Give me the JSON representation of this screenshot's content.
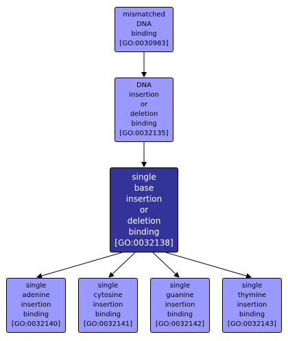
{
  "nodes": {
    "mismatched_dna_binding": [
      "mismatched",
      "DNA",
      "binding",
      "[GO:0030983]"
    ],
    "dna_insertion_deletion_binding": [
      "DNA",
      "insertion",
      "or",
      "deletion",
      "binding",
      "[GO:0032135]"
    ],
    "single_base_insertion_deletion_binding": [
      "single",
      "base",
      "insertion",
      "or",
      "deletion",
      "binding",
      "[GO:0032138]"
    ],
    "single_adenine_insertion_binding": [
      "single",
      "adenine",
      "insertion",
      "binding",
      "[GO:0032140]"
    ],
    "single_cytosine_insertion_binding": [
      "single",
      "cytosine",
      "insertion",
      "binding",
      "[GO:0032141]"
    ],
    "single_guanine_insertion_binding": [
      "single",
      "guanine",
      "insertion",
      "binding",
      "[GO:0032142]"
    ],
    "single_thymine_insertion_binding": [
      "single",
      "thymine",
      "insertion",
      "binding",
      "[GO:0032143]"
    ]
  },
  "colors": {
    "node_fill": "#9999ff",
    "focus_fill": "#333399",
    "focus_text": "#ffffff",
    "edge": "#000000"
  }
}
